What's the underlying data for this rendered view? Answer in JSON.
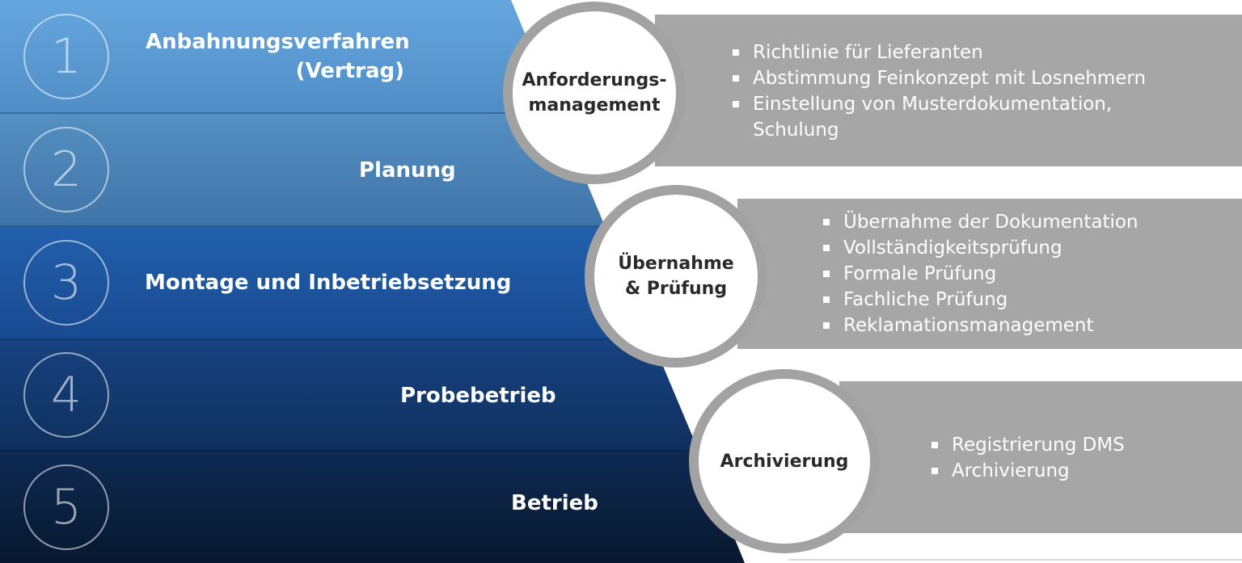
{
  "phases": [
    {
      "number": "1",
      "title": "Anbahnungsverfahren\n(Vertrag)"
    },
    {
      "number": "2",
      "title": "Planung"
    },
    {
      "number": "3",
      "title": "Montage und Inbetriebsetzung"
    },
    {
      "number": "4",
      "title": "Probebetrieb"
    },
    {
      "number": "5",
      "title": "Betrieb"
    }
  ],
  "process_steps": [
    {
      "label": "Anforderungs-\nmanagement",
      "items": [
        "Richtlinie für Lieferanten",
        "Abstimmung Feinkonzept mit Losnehmern",
        "Einstellung von Musterdokumentation, Schulung"
      ]
    },
    {
      "label": "Übernahme\n& Prüfung",
      "items": [
        "Übernahme der Dokumentation",
        "Vollständigkeitsprüfung",
        "Formale Prüfung",
        "Fachliche Prüfung",
        "Reklamationsmanagement"
      ]
    },
    {
      "label": "Archivierung",
      "items": [
        "Registrierung DMS",
        "Archivierung"
      ]
    }
  ],
  "colors": {
    "band_1": "#5b9bd5",
    "band_2": "#4a7fb0",
    "band_3": "#1f4e96",
    "band_4": "#153a6c",
    "band_5": "#0a2142",
    "panel_gray": "#a6a6a6",
    "ring_gray": "#a2a2a2",
    "text_white": "#ffffff",
    "text_dark": "#2a2a2a"
  }
}
